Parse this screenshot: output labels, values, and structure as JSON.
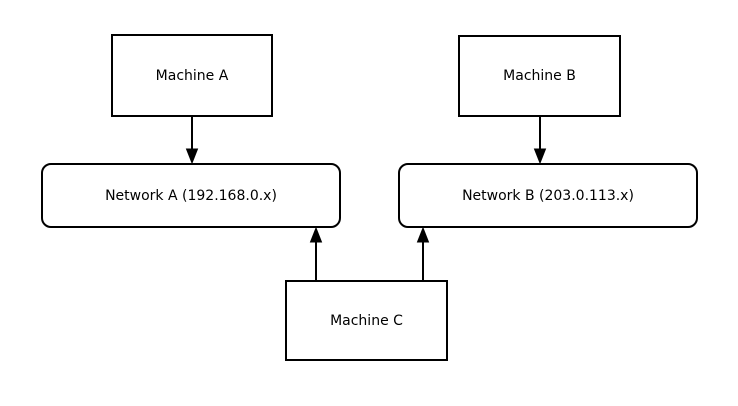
{
  "diagram": {
    "background_color": "#ffffff",
    "stroke_color": "#000000",
    "nodes": [
      {
        "id": "machine-a",
        "label": "Machine A",
        "shape": "rectangle"
      },
      {
        "id": "machine-b",
        "label": "Machine B",
        "shape": "rectangle"
      },
      {
        "id": "network-a",
        "label": "Network A (192.168.0.x)",
        "shape": "rounded-rectangle"
      },
      {
        "id": "network-b",
        "label": "Network B (203.0.113.x)",
        "shape": "rounded-rectangle"
      },
      {
        "id": "machine-c",
        "label": "Machine C",
        "shape": "rectangle"
      }
    ],
    "edges": [
      {
        "from": "machine-a",
        "to": "network-a",
        "arrow_direction": "down"
      },
      {
        "from": "machine-b",
        "to": "network-b",
        "arrow_direction": "down"
      },
      {
        "from": "machine-c",
        "to": "network-a",
        "arrow_direction": "up"
      },
      {
        "from": "machine-c",
        "to": "network-b",
        "arrow_direction": "up"
      }
    ]
  }
}
